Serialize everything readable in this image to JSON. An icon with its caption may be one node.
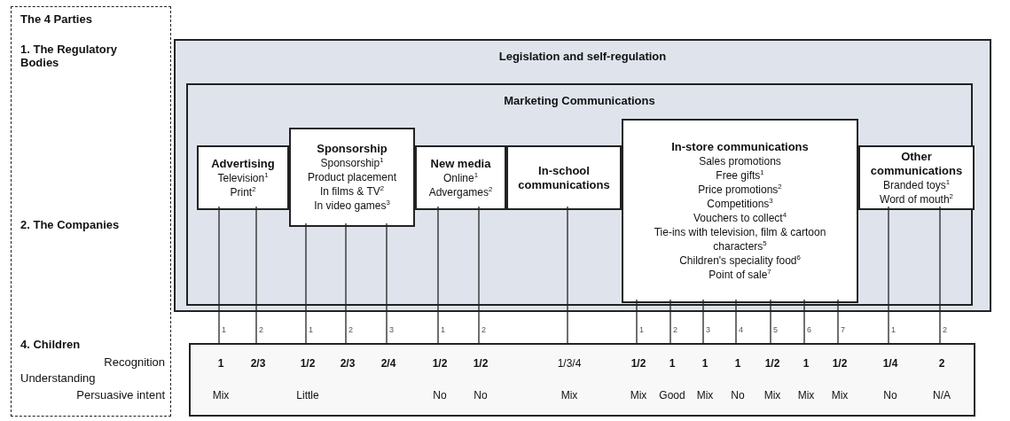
{
  "diagram": {
    "nodes": [
      {
        "text": [
          "The 4 Parties",
          "1. The Regulatory Bodies",
          "2. The Companies",
          "4. Children",
          "Recognition",
          "Understanding",
          "Persuasive intent"
        ]
      },
      {
        "text": [
          "Legislation and self-regulation"
        ]
      },
      {
        "text": [
          "Marketing Communications"
        ],
        "in": 1
      },
      {
        "text": [
          "Advertising",
          "Television$^{1}$",
          "Print$^{2}$"
        ],
        "in": 2
      },
      {
        "text": [
          "Sponsorship",
          "Sponsorship$^{1}$",
          "Product placement",
          "In films & TV$^{2}$",
          "In video games$^{3}$"
        ],
        "in": 2
      },
      {
        "text": [
          "New media",
          "Online$^{1}$",
          "Advergames$^{2}$"
        ],
        "in": 2
      },
      {
        "text": [
          "In-school communications"
        ],
        "in": 2
      },
      {
        "text": [
          "In-store communications",
          "Sales promotions",
          "Free gifts$^{1}$",
          "Price promotions$^{2}$",
          "Competitions$^{3}$",
          "Vouchers to collect$^{4}$",
          "Tie-ins with television, film & cartoon characters$^{5}$",
          "Children's speciality food$^{6}$",
          "Point of sale$^{7}$"
        ],
        "in": 2
      },
      {
        "text": [
          "Other communications",
          "Branded toys$^{1}$",
          "Word of mouth$^{2}$"
        ],
        "in": 2
      },
      {
        "text": [],
        "shape": "box"
      },
      {
        "text": [
          "1",
          "Mix"
        ],
        "in": 9
      },
      {
        "text": [
          "2/3"
        ],
        "in": 9
      },
      {
        "text": [
          "1/2",
          "Little"
        ],
        "in": 9
      },
      {
        "text": [
          "2/3"
        ],
        "in": 9
      },
      {
        "text": [
          "2/4"
        ],
        "in": 9
      },
      {
        "text": [
          "1/2",
          "No"
        ],
        "in": 9
      },
      {
        "text": [
          "1/2",
          "No"
        ],
        "in": 9
      },
      {
        "text": [
          "1/3/4",
          "Mix"
        ],
        "in": 9
      },
      {
        "text": [
          "1/2",
          "Mix"
        ],
        "in": 9
      },
      {
        "text": [
          "1",
          "Good"
        ],
        "in": 9
      },
      {
        "text": [
          "1",
          "Mix"
        ],
        "in": 9
      },
      {
        "text": [
          "1",
          "No"
        ],
        "in": 9
      },
      {
        "text": [
          "1/2",
          "Mix"
        ],
        "in": 9
      },
      {
        "text": [
          "1",
          "Mix"
        ],
        "in": 9
      },
      {
        "text": [
          "1/2",
          "Mix"
        ],
        "in": 9
      },
      {
        "text": [
          "1/4",
          "No"
        ],
        "in": 9
      },
      {
        "text": [
          "2",
          "N/A"
        ],
        "in": 9
      }
    ],
    "edges": [
      {
        "from": 3,
        "to": 10,
        "arrow": "none",
        "label": "1"
      },
      {
        "from": 3,
        "to": 11,
        "arrow": "none",
        "label": "2"
      },
      {
        "from": 4,
        "to": 12,
        "arrow": "none",
        "label": "1"
      },
      {
        "from": 4,
        "to": 13,
        "arrow": "none",
        "label": "2"
      },
      {
        "from": 4,
        "to": 14,
        "arrow": "none",
        "label": "3"
      },
      {
        "from": 5,
        "to": 15,
        "arrow": "none",
        "label": "1"
      },
      {
        "from": 5,
        "to": 16,
        "arrow": "none",
        "label": "2"
      },
      {
        "from": 6,
        "to": 17,
        "arrow": "none"
      },
      {
        "from": 7,
        "to": 18,
        "arrow": "none",
        "label": "1"
      },
      {
        "from": 7,
        "to": 19,
        "arrow": "none",
        "label": "2"
      },
      {
        "from": 7,
        "to": 20,
        "arrow": "none",
        "label": "3"
      },
      {
        "from": 7,
        "to": 21,
        "arrow": "none",
        "label": "4"
      },
      {
        "from": 7,
        "to": 22,
        "arrow": "none",
        "label": "5"
      },
      {
        "from": 7,
        "to": 23,
        "arrow": "none",
        "label": "6"
      },
      {
        "from": 7,
        "to": 24,
        "arrow": "none",
        "label": "7"
      },
      {
        "from": 8,
        "to": 25,
        "arrow": "none",
        "label": "1"
      },
      {
        "from": 8,
        "to": 26,
        "arrow": "none",
        "label": "2"
      }
    ]
  }
}
